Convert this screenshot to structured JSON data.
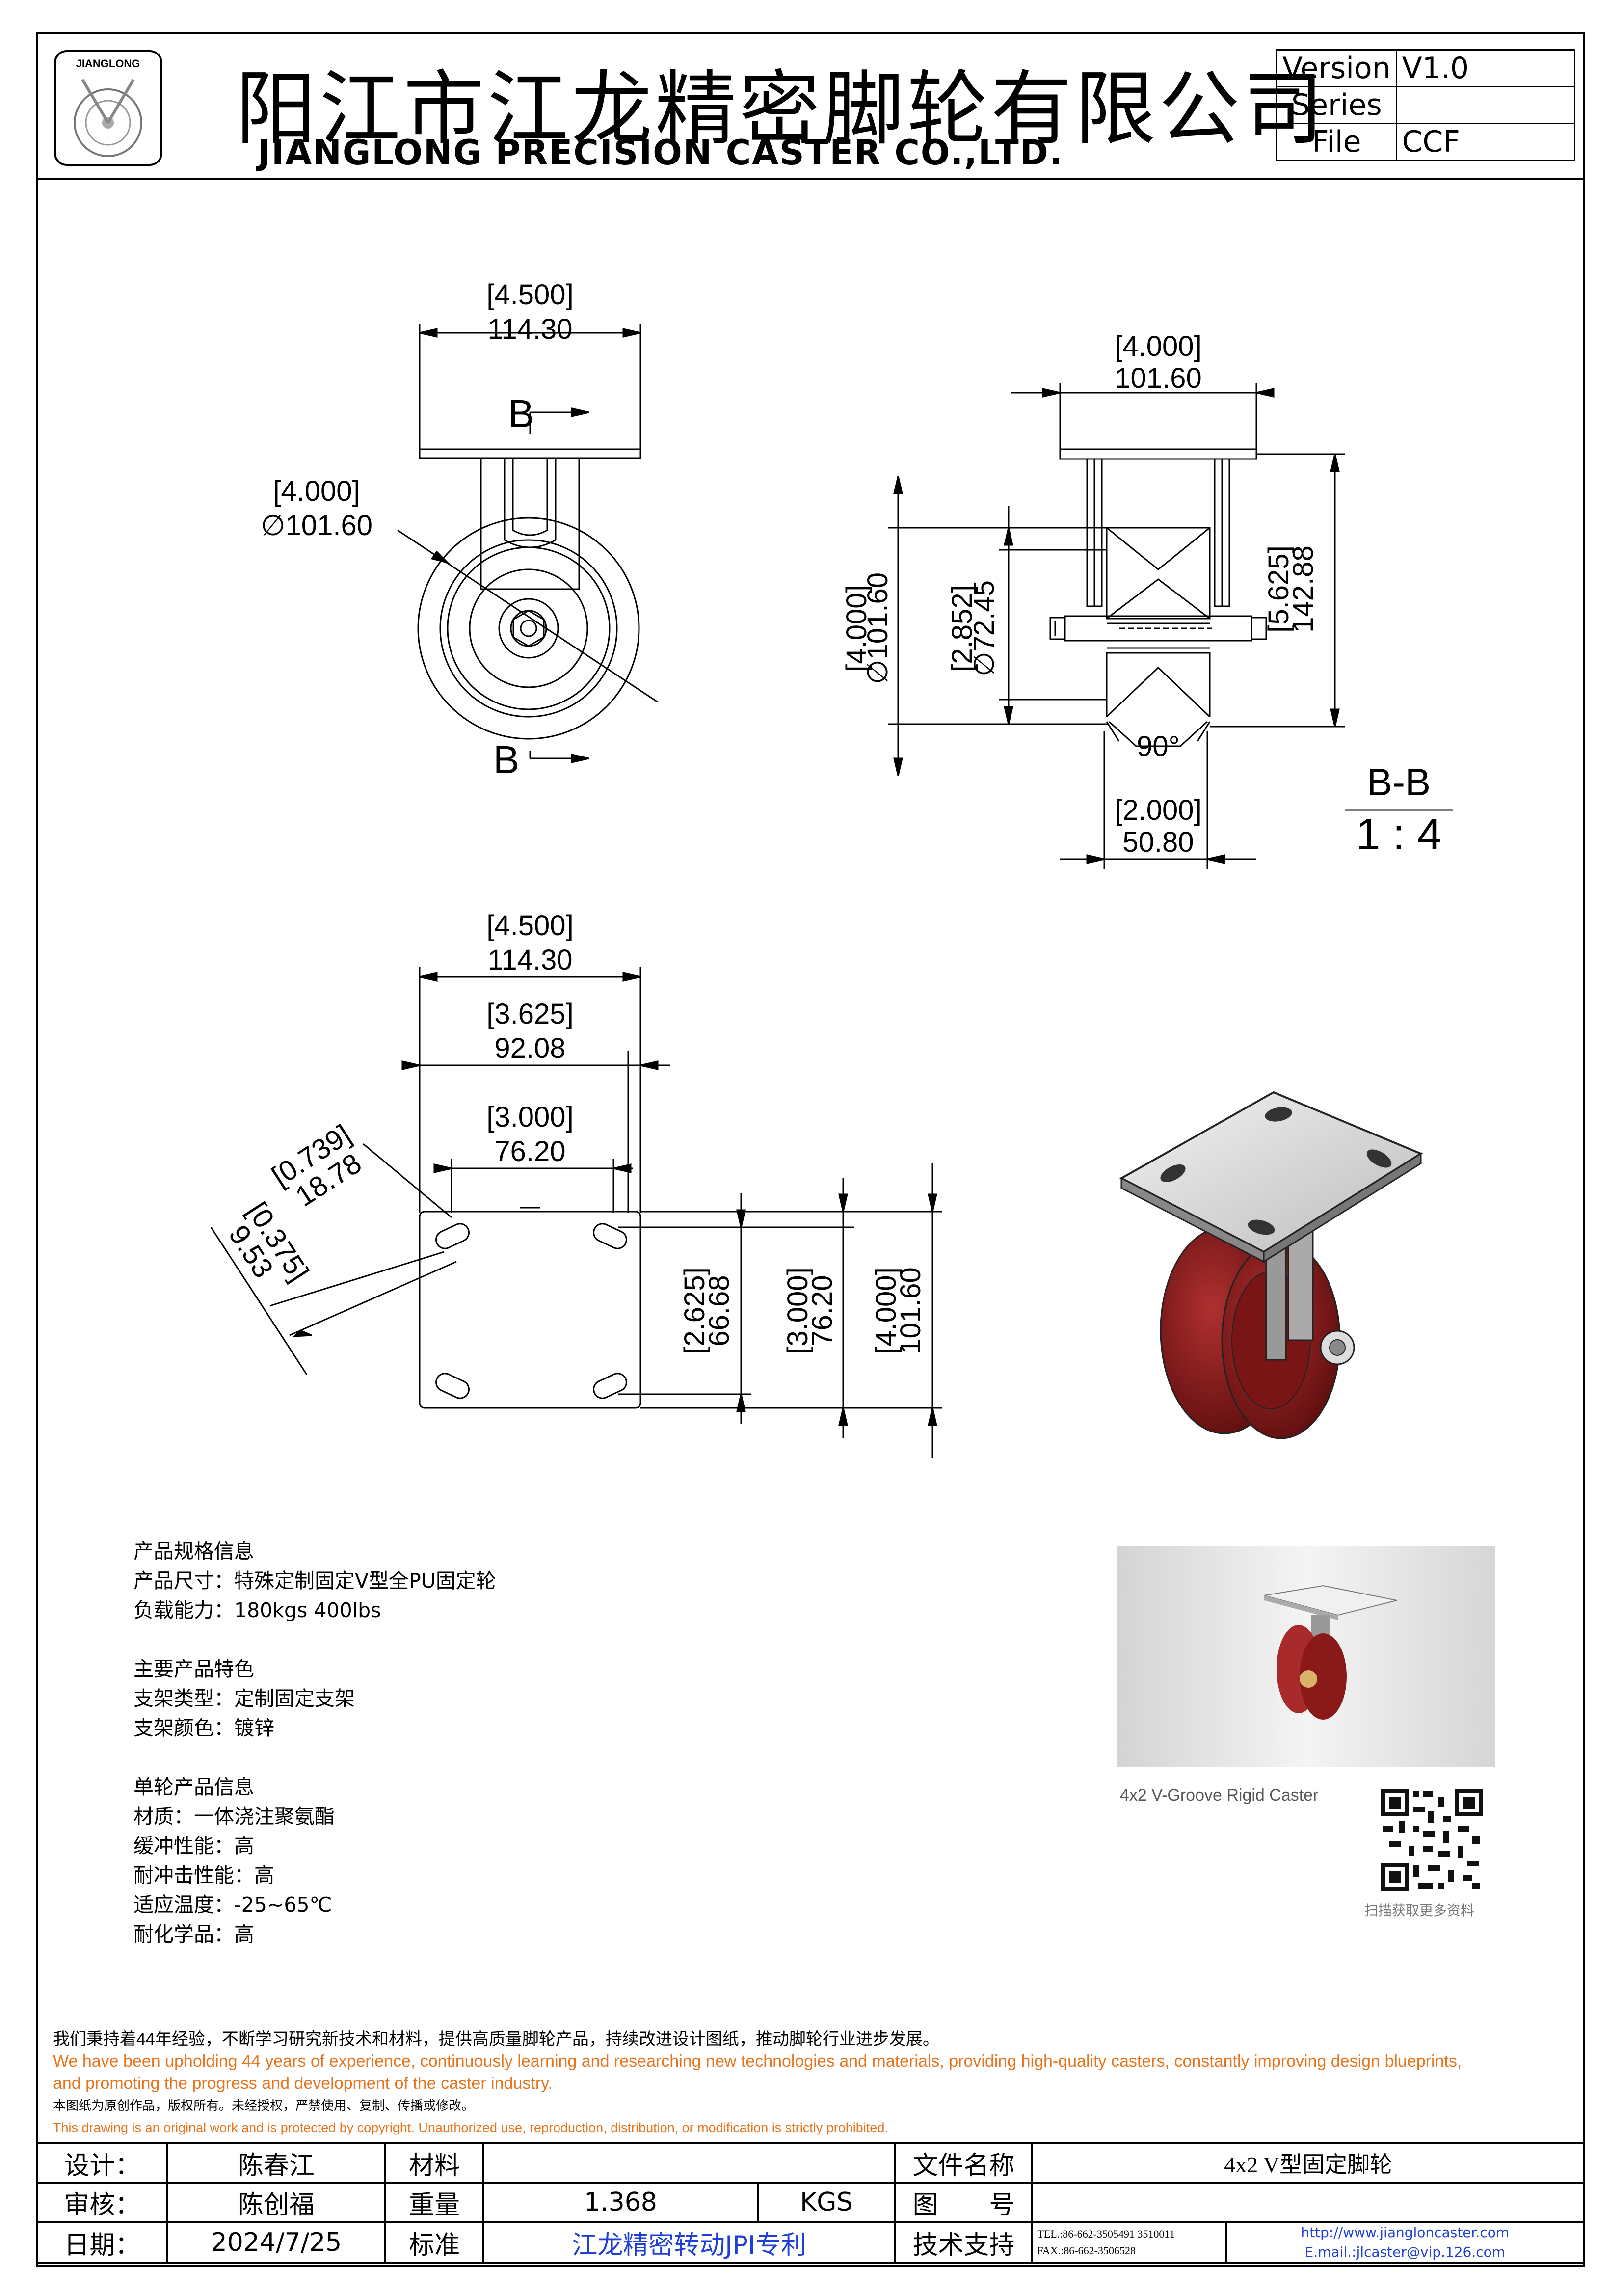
{
  "header": {
    "company_cn": "阳江市江龙精密脚轮有限公司",
    "company_en": "JIANGLONG PRECISION CASTER CO.,LTD.",
    "logo_text": "JIANGLONG",
    "version_label": "Version",
    "version_value": "V1.0",
    "series_label": "Series",
    "series_value": "",
    "file_label": "File",
    "file_value": "CCF"
  },
  "drawing": {
    "view1": {
      "top_in": "[4.500]",
      "top_mm": "114.30",
      "dia_in": "[4.000]",
      "dia_mm": "∅101.60",
      "section_b": "B"
    },
    "view2": {
      "top_in": "[4.000]",
      "top_mm": "101.60",
      "dia_in": "[4.000]",
      "dia_mm": "∅101.60",
      "hub_in": "[2.852]",
      "hub_mm": "∅72.45",
      "h_in": "[5.625]",
      "h_mm": "142.88",
      "angle": "90°",
      "w_in": "[2.000]",
      "w_mm": "50.80",
      "section_label": "B-B",
      "scale": "1 : 4"
    },
    "view3": {
      "a_in": "[4.500]",
      "a_mm": "114.30",
      "b_in": "[3.625]",
      "b_mm": "92.08",
      "c_in": "[3.000]",
      "c_mm": "76.20",
      "d_in": "[0.739]",
      "d_mm": "18.78",
      "e_in": "[0.375]",
      "e_mm": "9.53",
      "f_in": "[2.625]",
      "f_mm": "66.68",
      "g_in": "[3.000]",
      "g_mm": "76.20",
      "h_in": "[4.000]",
      "h_mm": "101.60"
    }
  },
  "photo_caption": "4x2 V-Groove Rigid Caster",
  "qr_caption": "扫描获取更多资料",
  "spec": {
    "s1_title": "产品规格信息",
    "s1_l1": "产品尺寸：特殊定制固定V型全PU固定轮",
    "s1_l2": "负载能力：180kgs 400lbs",
    "s2_title": "主要产品特色",
    "s2_l1": "支架类型：定制固定支架",
    "s2_l2": "支架颜色：镀锌",
    "s3_title": "单轮产品信息",
    "s3_l1": "材质：一体浇注聚氨酯",
    "s3_l2": "缓冲性能：高",
    "s3_l3": "耐冲击性能：高",
    "s3_l4": "适应温度：-25~65℃",
    "s3_l5": "耐化学品：高"
  },
  "notes": {
    "cn": "我们秉持着44年经验，不断学习研究新技术和材料，提供高质量脚轮产品，持续改进设计图纸，推动脚轮行业进步发展。",
    "en1": "We have been upholding 44 years of experience, continuously learning and researching new technologies and materials, providing high-quality casters, constantly improving design blueprints,",
    "en2": "and promoting the progress and development of the caster industry.",
    "copy_cn": "本图纸为原创作品，版权所有。未经授权，严禁使用、复制、传播或修改。",
    "copy_en": "This drawing is an original work and is protected by copyright. Unauthorized use, reproduction, distribution, or modification is strictly prohibited."
  },
  "title_block": {
    "design_label": "设计：",
    "design_value": "陈春江",
    "material_label": "材料",
    "material_value": "",
    "filename_label": "文件名称",
    "filename_value": "4x2 V型固定脚轮",
    "review_label": "审核：",
    "review_value": "陈创福",
    "weight_label": "重量",
    "weight_value": "1.368",
    "weight_unit": "KGS",
    "drawing_no_label": "图　　号",
    "drawing_no_value": "",
    "date_label": "日期：",
    "date_value": "2024/7/25",
    "standard_label": "标准",
    "standard_value": "江龙精密转动JPI专利",
    "support_label": "技术支持",
    "tel": "TEL.:86-662-3505491 3510011",
    "fax": "FAX.:86-662-3506528",
    "website": "http://www.jiangloncaster.com",
    "email": "E.mail.:jlcaster@vip.126.com"
  }
}
